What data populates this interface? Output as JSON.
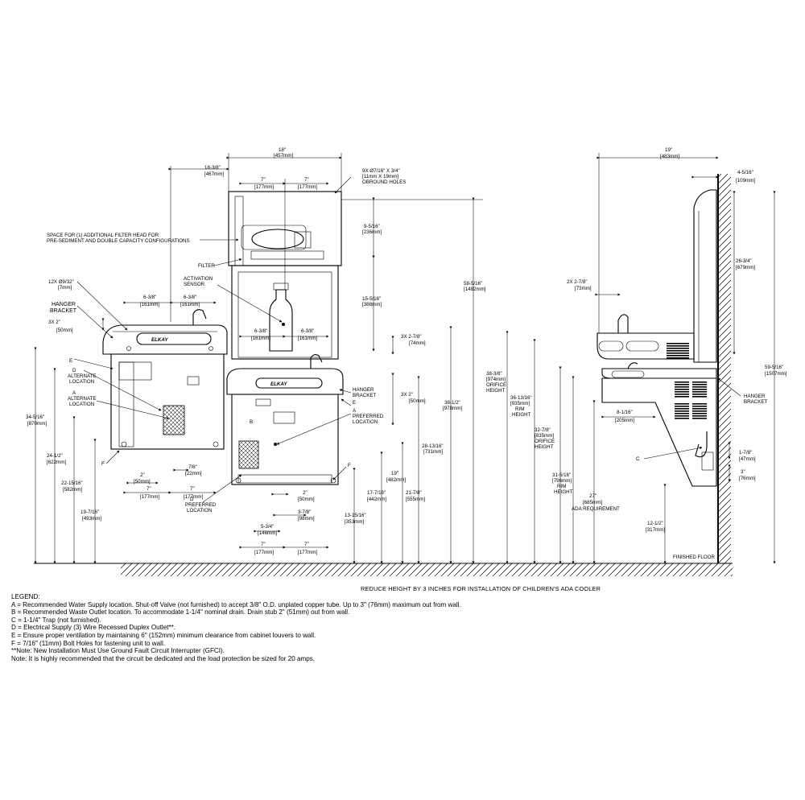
{
  "labels": {
    "filter_space": [
      "SPACE FOR (1) ADDITIONAL FILTER HEAD FOR",
      "PRE-SEDIMENT AND DOUBLE CAPACITY CONFIGURATIONS"
    ],
    "filter": "FILTER",
    "activation_sensor": [
      "ACTIVATION",
      "SENSOR"
    ],
    "holes_12x": [
      "12X Ø9/32\"",
      "[7mm]"
    ],
    "hanger_bracket_left": [
      "HANGER",
      "BRACKET"
    ],
    "obround_holes": [
      "9X Ø7/16\" X 3/4\"",
      "[11mm X 19mm]",
      "OBROUND HOLES"
    ],
    "e_left": "E",
    "d_alt": [
      "D",
      "ALTERNATE",
      "LOCATION"
    ],
    "a_alt": [
      "A",
      "ALTERNATE",
      "LOCATION"
    ],
    "f_left": "F",
    "b_center": "B",
    "hanger_bracket_center": [
      "HANGER",
      "BRACKET"
    ],
    "e_center": "E",
    "a_pref": [
      "A",
      "PREFERRED",
      "LOCATION"
    ],
    "f_center": "F",
    "d_pref": [
      "D",
      "PREFERRED",
      "LOCATION"
    ],
    "orifice_height_1": [
      "38-3/8\"",
      "[974mm]",
      "ORIFICE",
      "HEIGHT"
    ],
    "rim_height_1": [
      "36-13/16\"",
      "[935mm]",
      "RIM",
      "HEIGHT"
    ],
    "orifice_height_2": [
      "32-7/8\"",
      "[835mm]",
      "ORIFICE",
      "HEIGHT"
    ],
    "rim_height_2": [
      "31-5/16\"",
      "[796mm]",
      "RIM",
      "HEIGHT"
    ],
    "ada": [
      "27\"",
      "[685mm]",
      "ADA REQUIREMENT"
    ],
    "c_right": "C",
    "hanger_bracket_right": [
      "HANGER",
      "BRACKET"
    ],
    "finished_floor": "FINISHED FLOOR",
    "brand": "ELKAY"
  },
  "dims": {
    "d18": [
      "18\"",
      "[457mm]"
    ],
    "d18_3_8": [
      "18-3/8\"",
      "[467mm]"
    ],
    "d7a": [
      "7\"",
      "[177mm]"
    ],
    "d7b": [
      "7\"",
      "[177mm]"
    ],
    "d9_5_16": [
      "9-5/16\"",
      "[236mm]"
    ],
    "d15_5_16": [
      "15-5/16\"",
      "[388mm]"
    ],
    "d58_5_16": [
      "58-5/16\"",
      "[1482mm]"
    ],
    "d6_3_8a": [
      "6-3/8\"",
      "[161mm]"
    ],
    "d6_3_8b": [
      "6-3/8\"",
      "[161mm]"
    ],
    "d6_3_8c": [
      "6-3/8\"",
      "[161mm]"
    ],
    "d6_3_8d": [
      "6-3/8\"",
      "[161mm]"
    ],
    "d3x2_left": [
      "3X 2\"",
      "[50mm]"
    ],
    "d3x2_7_8": [
      "3X 2-7/8\"",
      "[74mm]"
    ],
    "d3x2_center": [
      "3X 2\"",
      "[50mm]"
    ],
    "d38_1_2": [
      "38-1/2\"",
      "[978mm]"
    ],
    "d28_13_16": [
      "28-13/16\"",
      "[731mm]"
    ],
    "d34_5_16": [
      "34-5/16\"",
      "[870mm]"
    ],
    "d24_1_2": [
      "24-1/2\"",
      "[622mm]"
    ],
    "d22_15_16": [
      "22-15/16\"",
      "[582mm]"
    ],
    "d19_7_16": [
      "19-7/16\"",
      "[493mm]"
    ],
    "d2_left": [
      "2\"",
      "[50mm]"
    ],
    "d7_8": [
      "7/8\"",
      "[22mm]"
    ],
    "d7c": [
      "7\"",
      "[177mm]"
    ],
    "d7d": [
      "7\"",
      "[177mm]"
    ],
    "d19": [
      "19\"",
      "[482mm]"
    ],
    "d17_7_16": [
      "17-7/16\"",
      "[442mm]"
    ],
    "d21_7_8": [
      "21-7/8\"",
      "[555mm]"
    ],
    "d13_15_16": [
      "13-15/16\"",
      "[353mm]"
    ],
    "d2_center": [
      "2\"",
      "[50mm]"
    ],
    "d3_7_8": [
      "3-7/8\"",
      "[98mm]"
    ],
    "d5_3_4": [
      "5-3/4\"",
      "[146mm]"
    ],
    "d7e": [
      "7\"",
      "[177mm]"
    ],
    "d7f": [
      "7\"",
      "[177mm]"
    ],
    "d19_right": [
      "19\"",
      "[483mm]"
    ],
    "d4_5_16": [
      "4-5/16\"",
      "[109mm]"
    ],
    "d26_3_4": [
      "26-3/4\"",
      "[679mm]"
    ],
    "d2x2_7_8": [
      "2X  2-7/8\"",
      "[73mm]"
    ],
    "d59_5_16": [
      "59-5/16\"",
      "[1507mm]"
    ],
    "d8_1_16": [
      "8-1/16\"",
      "[205mm]"
    ],
    "d1_7_8": [
      "1-7/8\"",
      "[47mm]"
    ],
    "d3_right": [
      "3\"",
      "[76mm]"
    ],
    "d12_1_2": [
      "12-1/2\"",
      "[317mm]"
    ]
  },
  "reduce_note": "REDUCE HEIGHT BY 3 INCHES FOR INSTALLATION OF CHILDREN'S ADA COOLER",
  "legend": {
    "title": "LEGEND:",
    "lines": [
      "A = Recommended Water Supply location.  Shut-off Valve (not furnished) to accept 3/8\" O.D. unplated copper tube.  Up to 3\" (76mm) maximum out from wall.",
      "B = Recommended Waste Outlet location.  To accommodate 1-1/4\" nominal drain.  Drain stub 2\" (51mm) out from wall.",
      "C = 1-1/4\" Trap (not furnished).",
      "D = Electrical Supply (3) Wire Recessed Duplex Outlet**.",
      "E = Ensure proper ventilation by maintaining 6\" (152mm) minimum clearance from cabinet louvers to wall.",
      "F = 7/16\" (11mm) Bolt Holes for fastening unit to wall.",
      "**Note: New Installation Must Use Ground Fault Circuit Interrupter (GFCI).",
      "Note: It is highly recommended that the circuit be dedicated and the load protection be sized for 20 amps."
    ]
  }
}
